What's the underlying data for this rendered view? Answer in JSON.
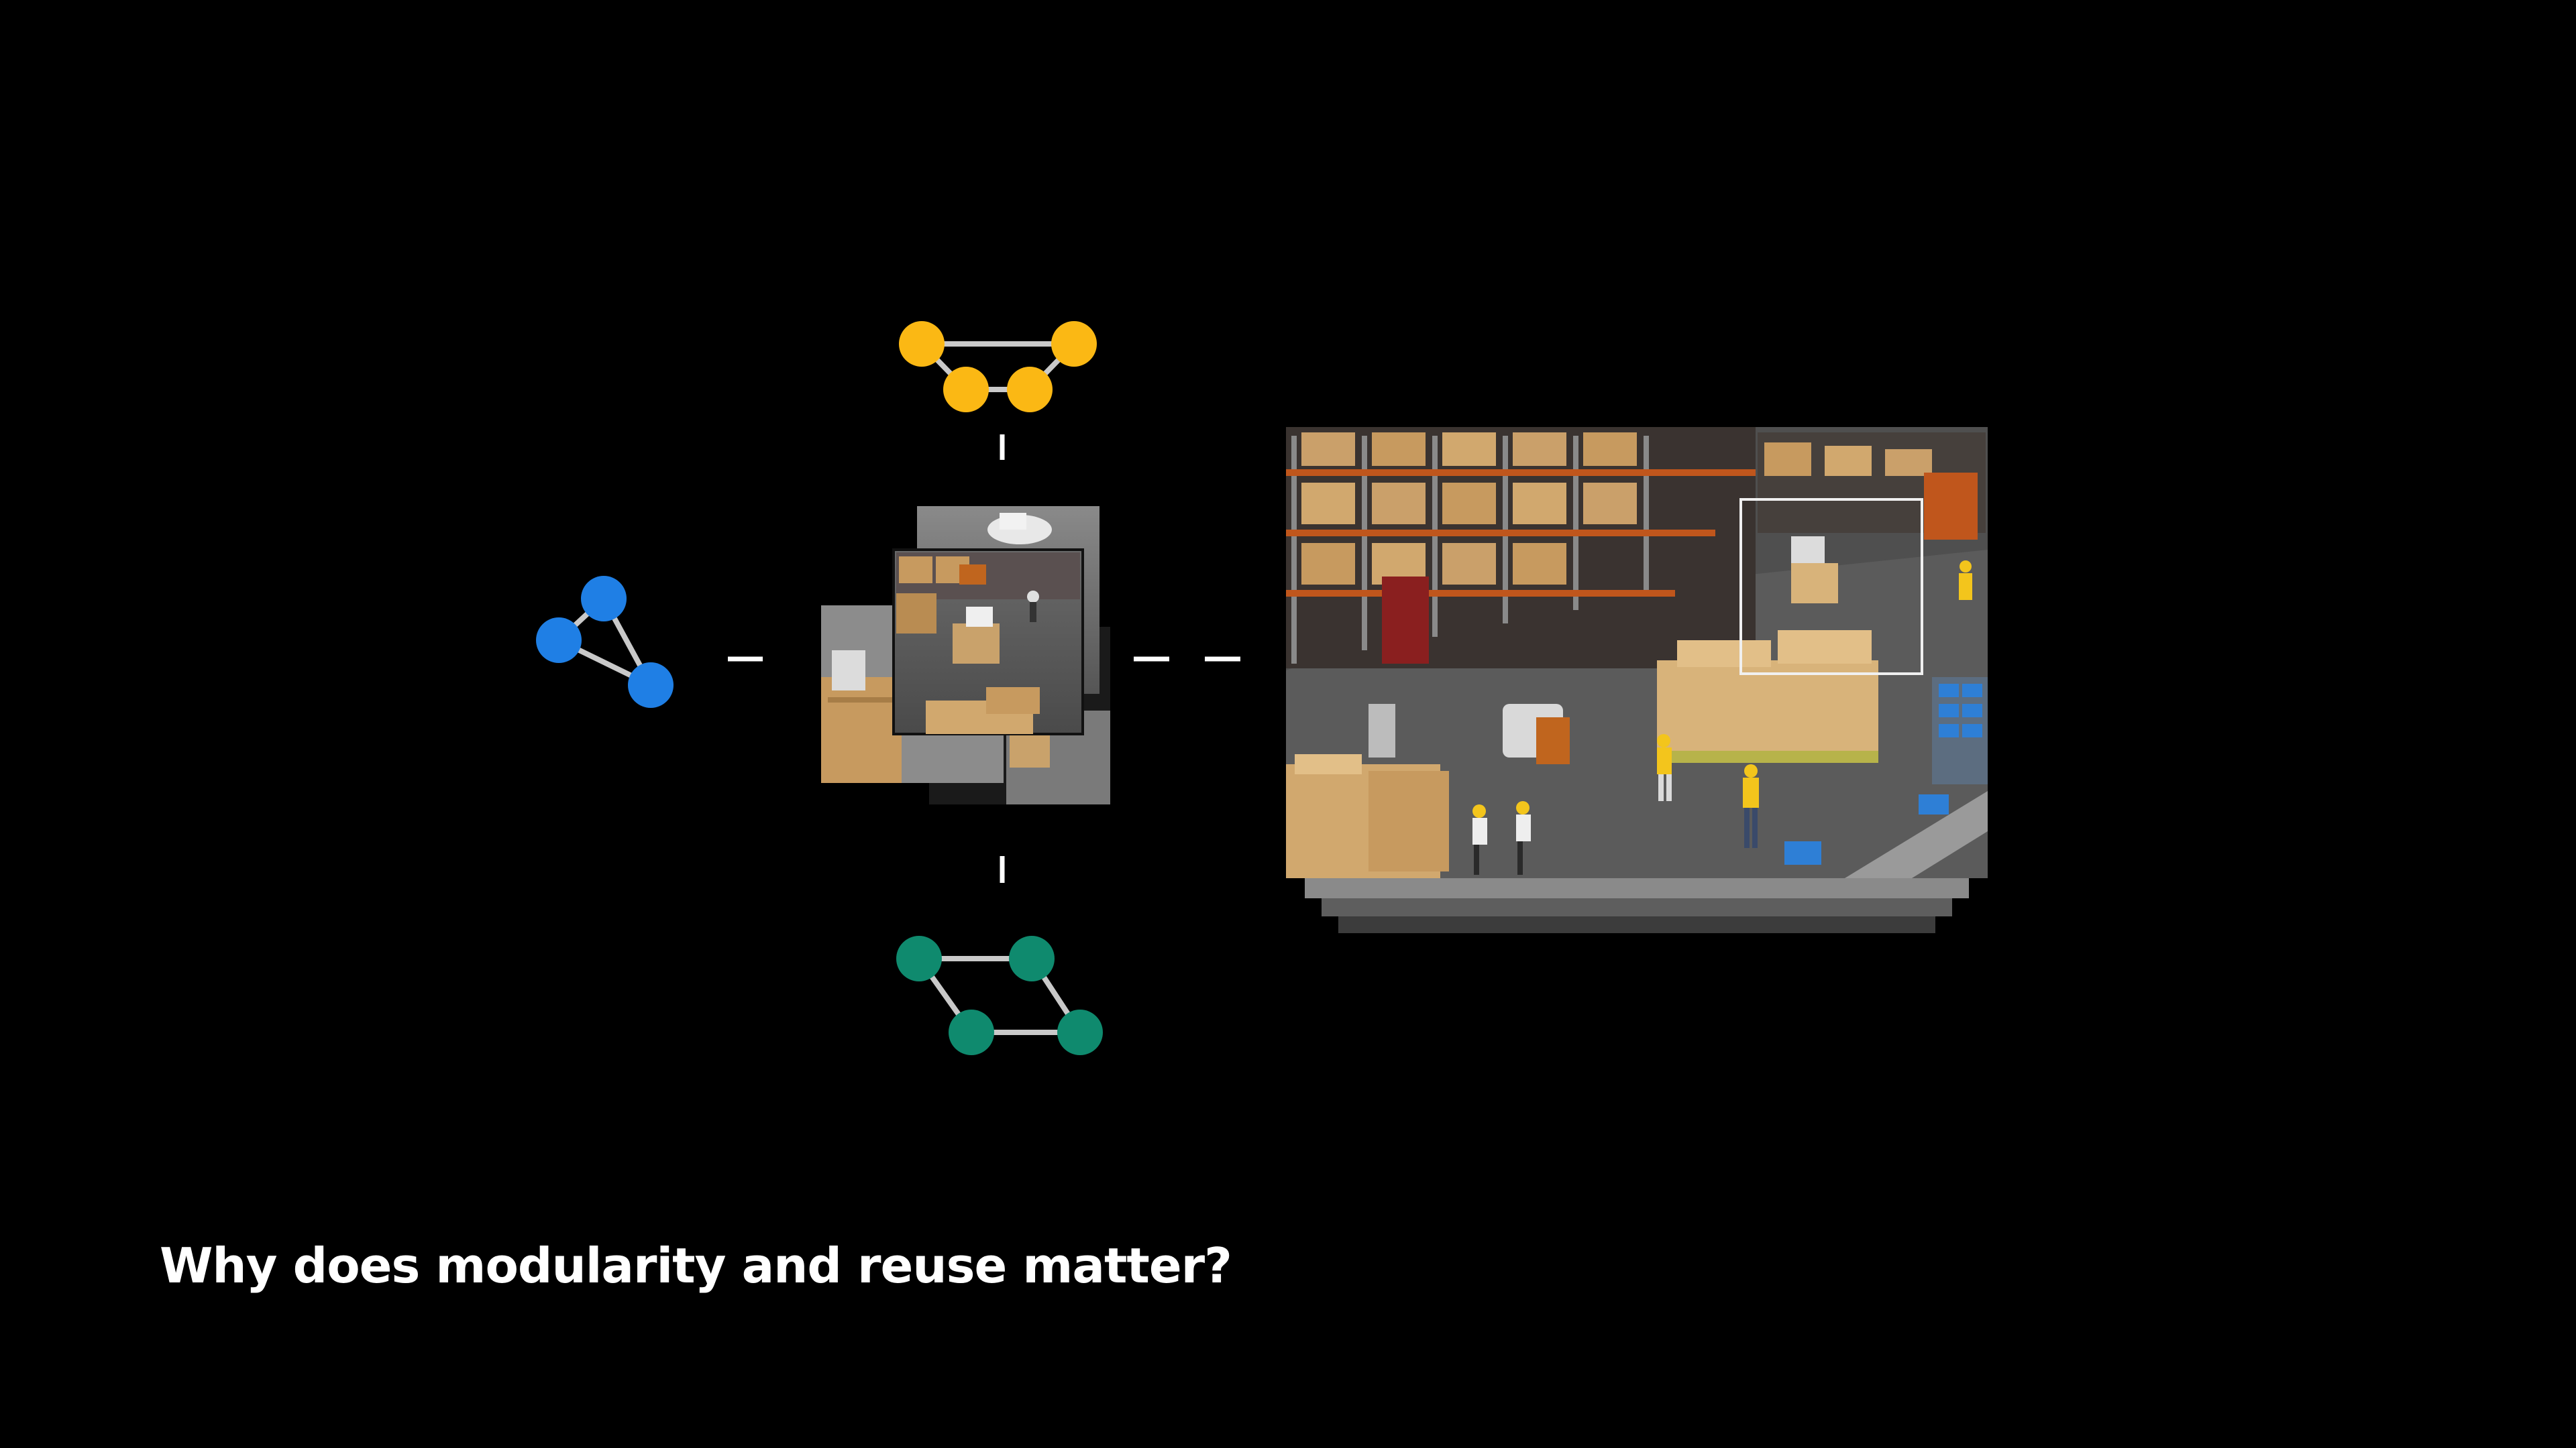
{
  "caption": "Why does modularity and reuse matter?",
  "colors": {
    "background": "#000000",
    "blue_node": "#1f7fe5",
    "yellow_node": "#fbb814",
    "green_node": "#0f8a6e",
    "edge": "#c9c9c9",
    "connector": "#ffffff"
  },
  "graphs": [
    {
      "name": "blue-triangle-graph",
      "color": "blue_node",
      "node_count": 3
    },
    {
      "name": "yellow-trapezoid-graph",
      "color": "yellow_node",
      "node_count": 4
    },
    {
      "name": "green-parallelogram-graph",
      "color": "green_node",
      "node_count": 4
    }
  ],
  "images": [
    {
      "name": "stacked-warehouse-thumbnails",
      "subject": "warehouse-robot-scenes"
    },
    {
      "name": "warehouse-scene-render",
      "subject": "warehouse-floor-with-robots-and-workers"
    }
  ]
}
